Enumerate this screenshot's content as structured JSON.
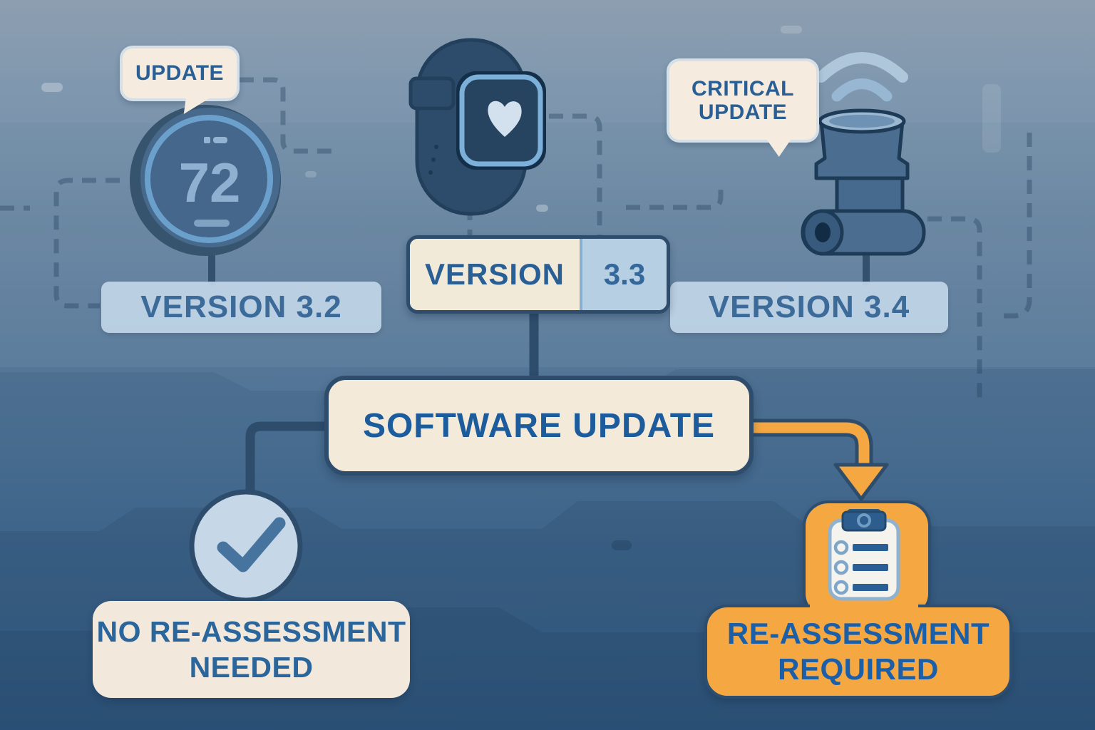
{
  "colors": {
    "accent_orange": "#F5A742",
    "cream": "#F3EAD9",
    "label_blue": "#BFD4E6",
    "outline_navy": "#2E4D6C",
    "text_blue": "#2A5F96",
    "title_blue": "#1C5C9C"
  },
  "bubbles": {
    "update": {
      "label": "UPDATE"
    },
    "critical": {
      "line1": "CRITICAL",
      "line2": "UPDATE"
    }
  },
  "devices": {
    "thermostat": {
      "reading": "72"
    }
  },
  "versions": {
    "left": {
      "label": "VERSION 3.2"
    },
    "center": {
      "word": "VERSION",
      "number": "3.3"
    },
    "right": {
      "label": "VERSION 3.4"
    }
  },
  "flow": {
    "title": "SOFTWARE UPDATE",
    "outcome_ok": {
      "line1": "NO RE-ASSESSMENT",
      "line2": "NEEDED"
    },
    "outcome_required": {
      "line1": "RE-ASSESSMENT",
      "line2": "REQUIRED"
    }
  }
}
